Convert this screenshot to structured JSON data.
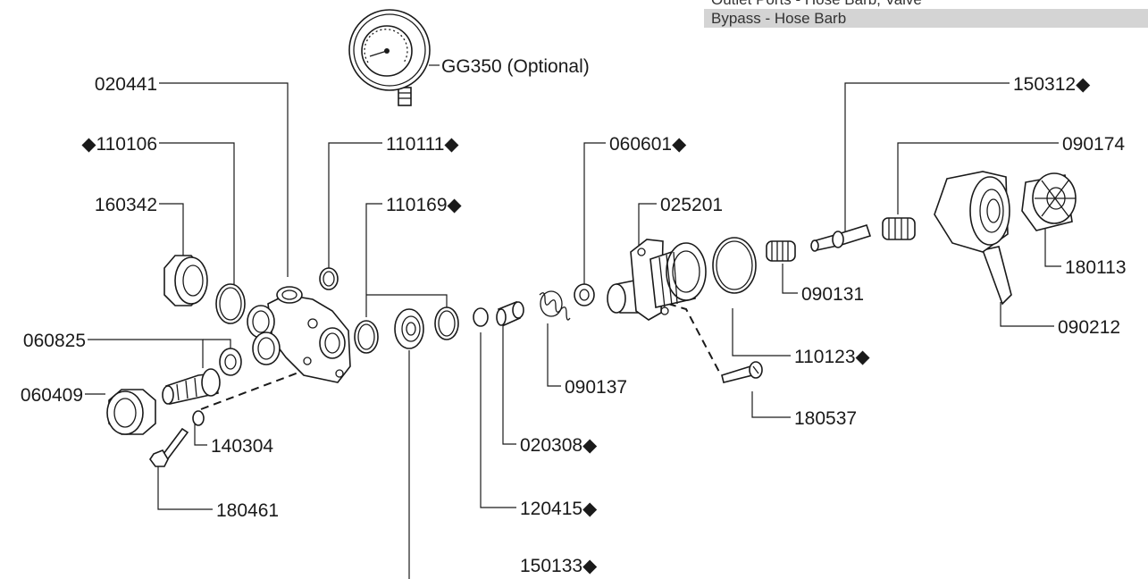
{
  "spec_table": {
    "rows": [
      {
        "text": "Outlet Ports - Hose Barb, Valve",
        "shaded": false
      },
      {
        "text": "Bypass - Hose Barb",
        "shaded": true
      }
    ]
  },
  "diagram": {
    "part_labels": {
      "gg350": "GG350 (Optional)",
      "p020441": "020441",
      "p110106": "◆110106",
      "p160342": "160342",
      "p060825": "060825",
      "p060409": "060409",
      "p140304": "140304",
      "p180461": "180461",
      "p110111": "110111◆",
      "p110169": "110169◆",
      "p150133": "150133◆",
      "p120415": "120415◆",
      "p020308": "020308◆",
      "p090137": "090137",
      "p060601": "060601◆",
      "p025201": "025201",
      "p110123": "110123◆",
      "p180537": "180537",
      "p090131": "090131",
      "p150312": "150312◆",
      "p090174": "090174",
      "p180113": "180113",
      "p090212": "090212"
    }
  }
}
